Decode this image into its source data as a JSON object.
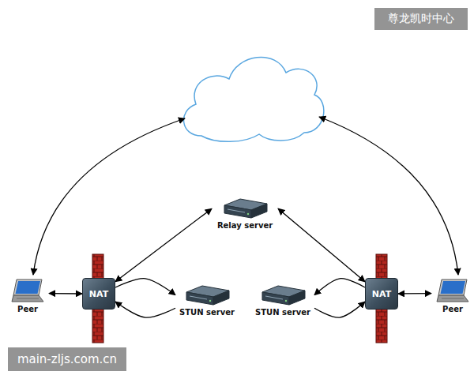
{
  "diagram": {
    "nodes": [
      {
        "text": [
          "Peer"
        ]
      },
      {
        "text": [
          "NAT"
        ]
      },
      {
        "text": [
          "Relay server"
        ]
      },
      {
        "text": [
          "STUN server"
        ]
      },
      {
        "text": [
          "STUN server"
        ]
      },
      {
        "text": [
          "NAT"
        ]
      },
      {
        "text": [
          "Peer"
        ]
      }
    ],
    "edges": [
      {
        "from": 0,
        "to": 1,
        "arrow": "both"
      },
      {
        "from": 1,
        "to": 2,
        "arrow": "both"
      },
      {
        "from": 1,
        "to": 3,
        "arrow": "to"
      },
      {
        "from": 3,
        "to": 1,
        "arrow": "to"
      },
      {
        "from": 2,
        "to": 5,
        "arrow": "both"
      },
      {
        "from": 5,
        "to": 4,
        "arrow": "to"
      },
      {
        "from": 4,
        "to": 5,
        "arrow": "to"
      },
      {
        "from": 5,
        "to": 6,
        "arrow": "both"
      }
    ],
    "labels": [
      "尊龙凯时中心",
      "main-zljs.com.cn"
    ]
  }
}
